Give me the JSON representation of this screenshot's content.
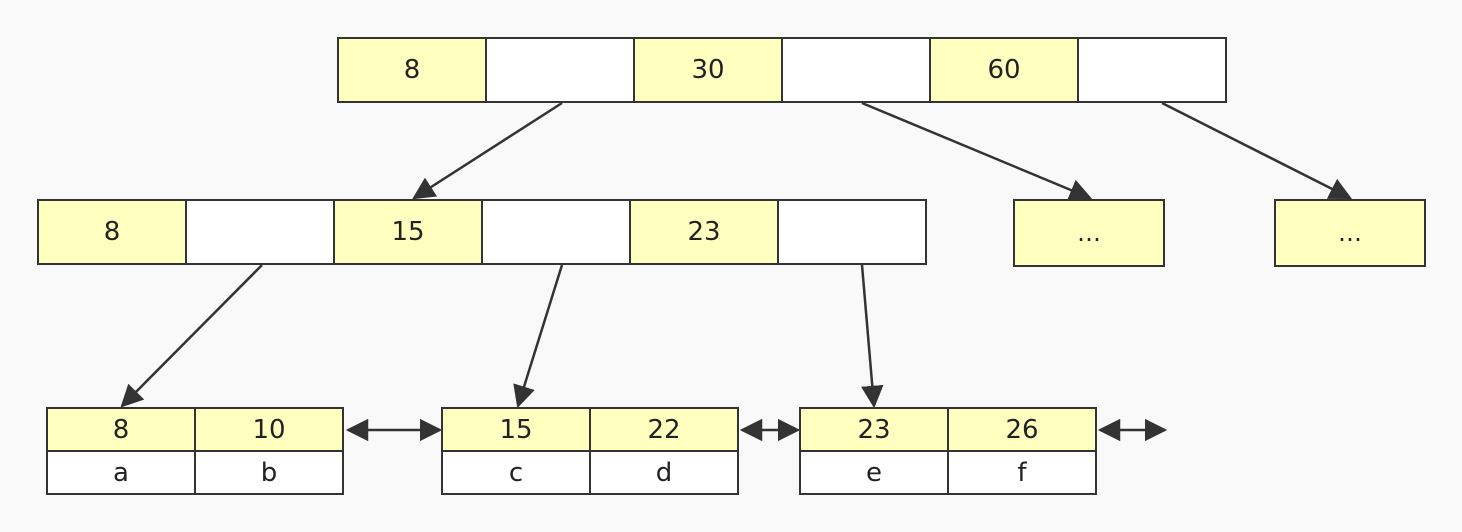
{
  "root": {
    "cells": [
      "8",
      "",
      "30",
      "",
      "60",
      ""
    ]
  },
  "internal": {
    "cells": [
      "8",
      "",
      "15",
      "",
      "23",
      ""
    ]
  },
  "stubs": [
    "…",
    "…"
  ],
  "leaves": [
    {
      "keys": [
        "8",
        "10"
      ],
      "values": [
        "a",
        "b"
      ]
    },
    {
      "keys": [
        "15",
        "22"
      ],
      "values": [
        "c",
        "d"
      ]
    },
    {
      "keys": [
        "23",
        "26"
      ],
      "values": [
        "e",
        "f"
      ]
    }
  ],
  "colors": {
    "key_fill": "#ffffc0",
    "pointer_fill": "#ffffff",
    "stroke": "#333333",
    "background": "#f9f9f9"
  }
}
